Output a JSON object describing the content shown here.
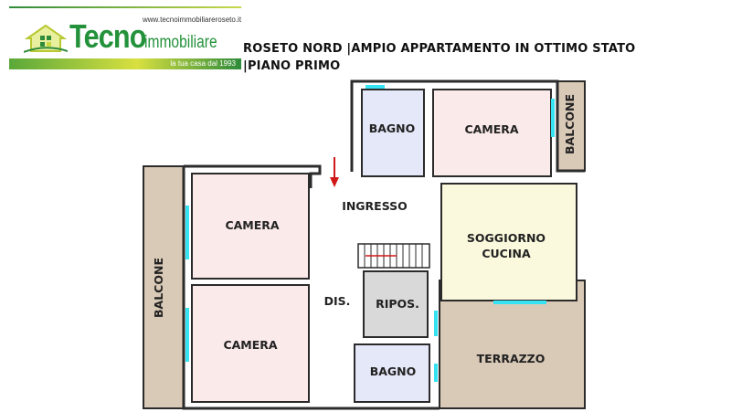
{
  "logo": {
    "url": "www.tecnoimmobiliareroseto.it",
    "brand_bold": "Tecno",
    "brand_rest": "immobiliare",
    "slogan": "la tua casa dal 1993"
  },
  "title": {
    "line1": "ROSETO NORD |AMPIO APPARTAMENTO IN OTTIMO STATO",
    "line2": "|PIANO PRIMO"
  },
  "rooms": {
    "bagno_top": "BAGNO",
    "camera_top_right": "CAMERA",
    "balcone_right": "BALCONE",
    "ingresso": "INGRESSO",
    "camera_left_upper": "CAMERA",
    "soggiorno_line1": "SOGGIORNO",
    "soggiorno_line2": "CUCINA",
    "balcone_left": "BALCONE",
    "dis": "DIS.",
    "ripos": "RIPOS.",
    "camera_left_lower": "CAMERA",
    "terrazzo": "TERRAZZO",
    "bagno_bottom": "BAGNO"
  },
  "colors": {
    "camera": "#fbeaea",
    "bagno": "#e4e8f8",
    "soggiorno": "#fbf9dd",
    "ripos": "#d9d9d9",
    "outdoor": "#d9c9b7",
    "wall": "#2b2b2b",
    "window": "#35e3f2",
    "arrow": "#d01818"
  }
}
